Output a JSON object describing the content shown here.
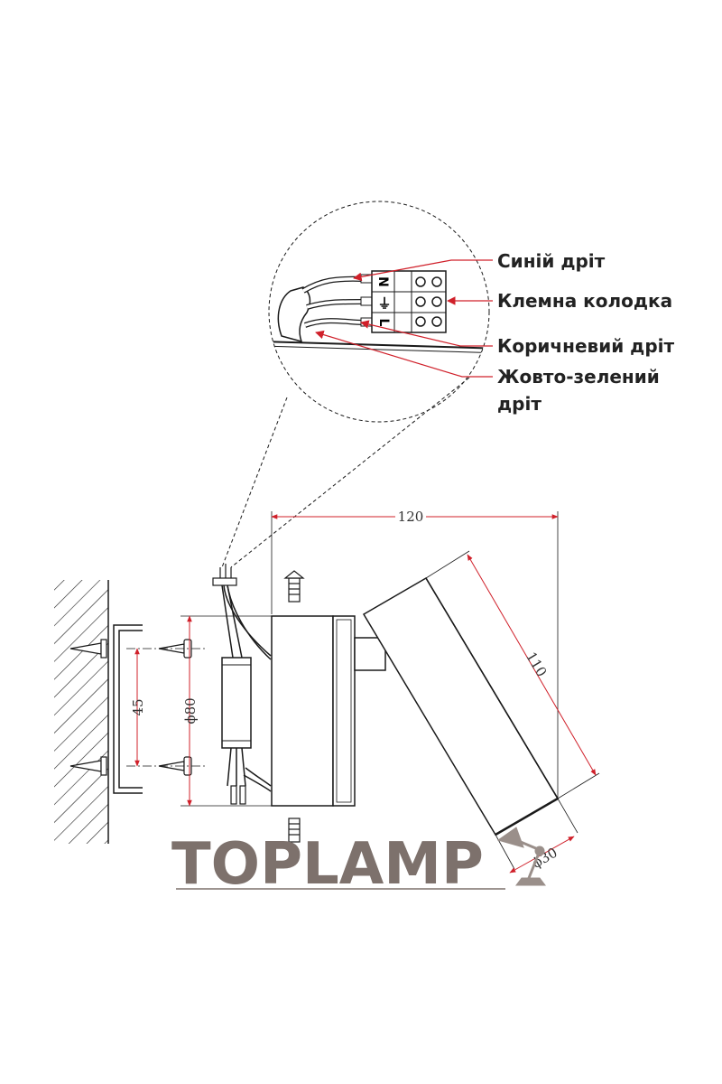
{
  "callouts": {
    "blue_wire": "Синій дріт",
    "terminal_block": "Клемна колодка",
    "brown_wire": "Коричневий дріт",
    "yellow_green_wire_line1": "Жовто-зелений",
    "yellow_green_wire_line2": "дріт"
  },
  "terminal_labels": {
    "neutral": "N",
    "earth": "⏚",
    "live": "L"
  },
  "dimensions": {
    "width": "120",
    "length": "110",
    "mount_spacing": "45",
    "base_diameter": "ϕ80",
    "head_diameter": "ϕ30"
  },
  "brand": {
    "logo_text": "TOPLAMP"
  },
  "colors": {
    "leader": "#d0202a",
    "line": "#1a1a1a",
    "logo": "#7d716c"
  }
}
